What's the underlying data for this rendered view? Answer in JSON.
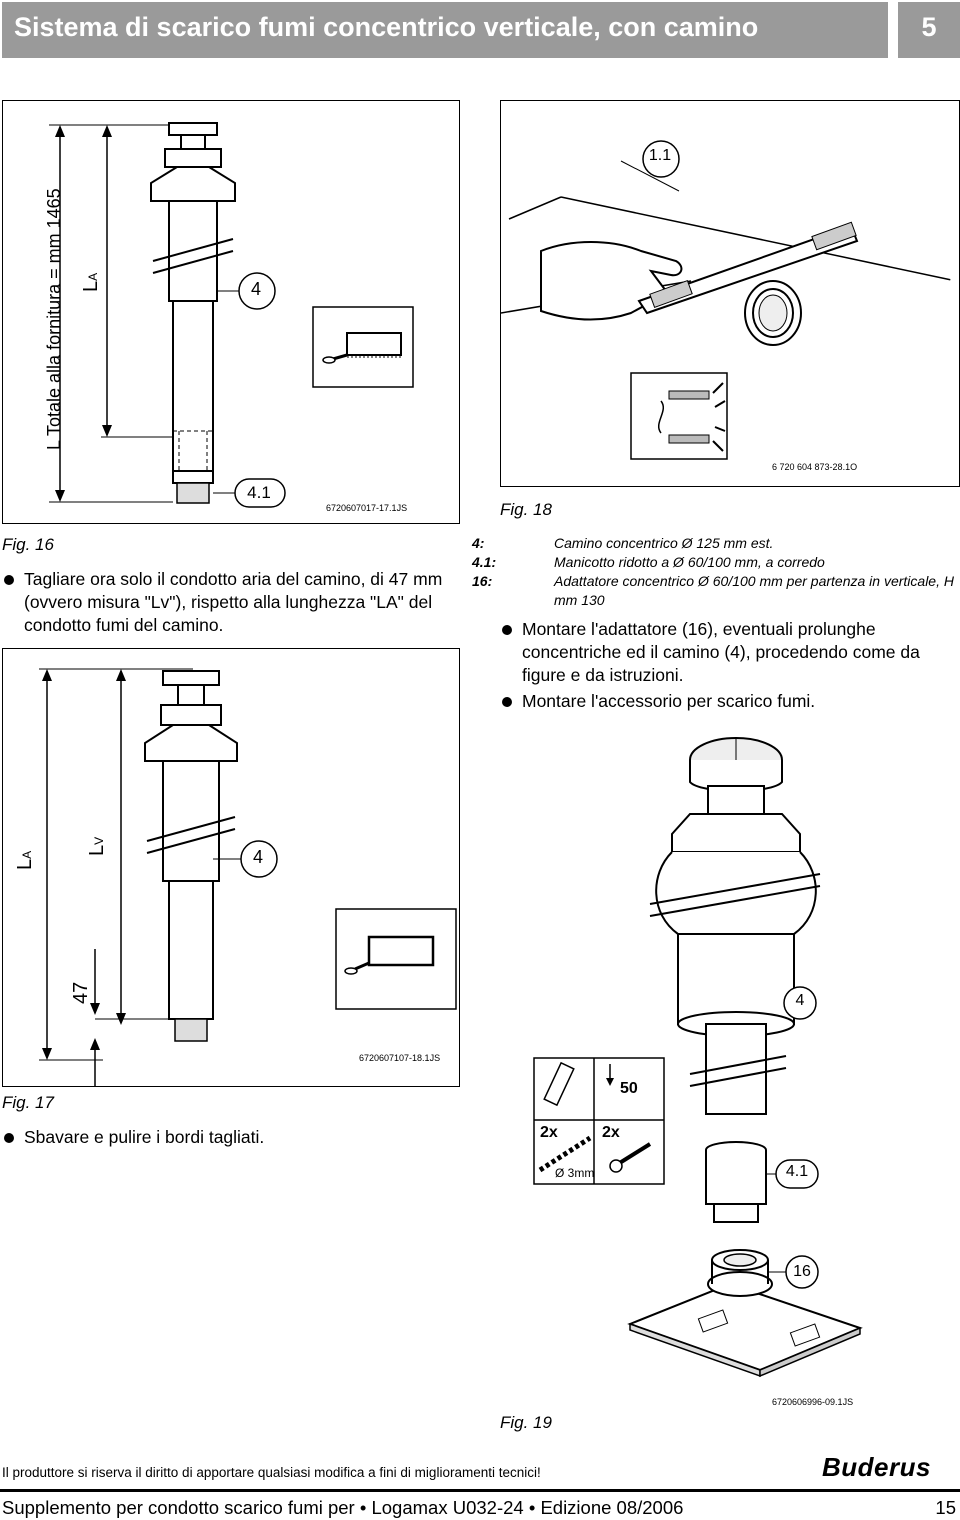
{
  "header": {
    "title": "Sistema di scarico fumi concentrico verticale, con camino",
    "section_number": "5"
  },
  "fig16": {
    "label_total": "L Totale alla fornitura = mm 1465",
    "label_la_main": "L",
    "label_la_sub": "A",
    "callout_4": "4",
    "callout_41": "4.1",
    "code": "6720607017-17.1JS",
    "caption": "Fig. 16",
    "bullet": "Tagliare ora solo il condotto aria del camino, di 47 mm (ovvero misura \"Lv\"), rispetto alla lunghezza \"LA\" del condotto fumi del camino."
  },
  "fig17": {
    "label_la_main": "L",
    "label_la_sub": "A",
    "label_lv_main": "L",
    "label_lv_sub": "V",
    "label_47": "47",
    "callout_4": "4",
    "code": "6720607107-18.1JS",
    "caption": "Fig. 17",
    "bullet": "Sbavare e pulire i bordi tagliati."
  },
  "fig18": {
    "callout_11": "1.1",
    "code": "6 720 604 873-28.1O",
    "caption": "Fig. 18",
    "legend": [
      {
        "key": "4:",
        "text": "Camino concentrico Ø 125 mm est."
      },
      {
        "key": "4.1:",
        "text": "Manicotto ridotto a Ø 60/100 mm, a corredo"
      },
      {
        "key": "16:",
        "text": "Adattatore concentrico Ø 60/100 mm per partenza in verticale, H mm 130"
      }
    ],
    "bullets": [
      "Montare l'adattatore (16), eventuali prolunghe concentriche ed il camino (4), procedendo come da figure e da istruzioni.",
      "Montare l'accessorio per scarico fumi."
    ]
  },
  "fig19": {
    "callout_4": "4",
    "callout_41": "4.1",
    "callout_16": "16",
    "box_qty_1": "2x",
    "box_qty_2": "2x",
    "box_depth": "50",
    "box_drill": "Ø 3mm",
    "code": "6720606996-09.1JS",
    "caption": "Fig. 19"
  },
  "footer": {
    "note": "Il produttore si riserva il diritto di apportare qualsiasi modifica a fini di miglioramenti tecnici!",
    "brand": "Buderus",
    "publication": "Supplemento per condotto scarico fumi per • Logamax U032-24 • Edizione 08/2006",
    "page": "15"
  }
}
